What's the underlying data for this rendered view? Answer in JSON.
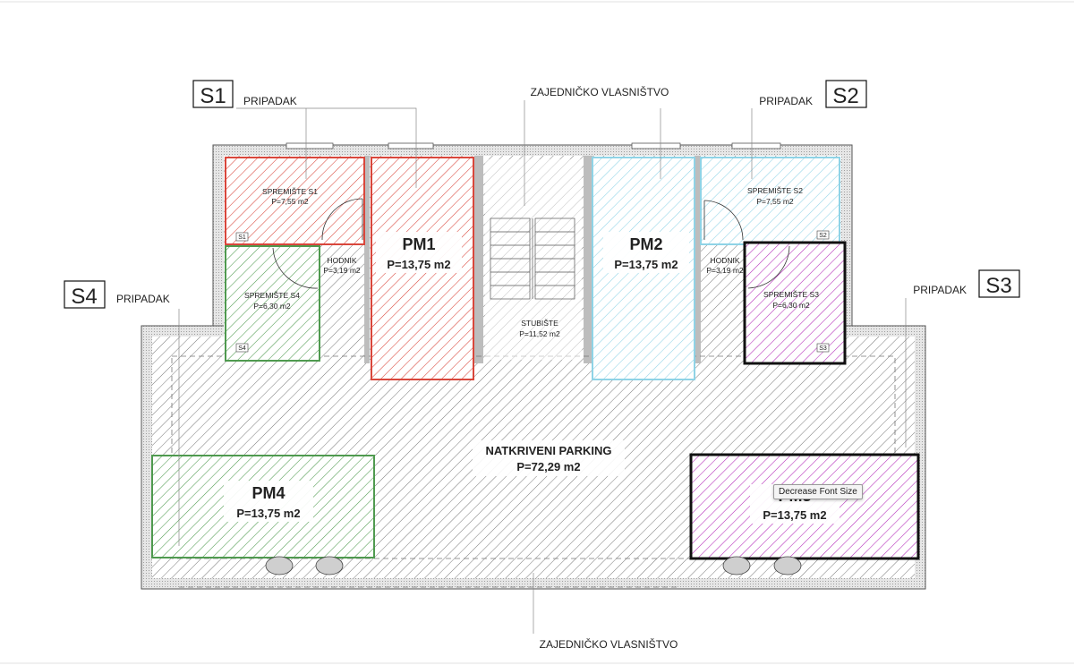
{
  "plan": {
    "common_top": "ZAJEDNIČKO VLASNIŠTVO",
    "common_bottom": "ZAJEDNIČKO VLASNIŠTVO",
    "tags": [
      {
        "id": "S1",
        "label": "PRIPADAK"
      },
      {
        "id": "S2",
        "label": "PRIPADAK"
      },
      {
        "id": "S3",
        "label": "PRIPADAK"
      },
      {
        "id": "S4",
        "label": "PRIPADAK"
      }
    ],
    "storages": [
      {
        "name": "SPREMIŠTE S1",
        "area": "P=7,55 m2",
        "badge": "S1"
      },
      {
        "name": "SPREMIŠTE S2",
        "area": "P=7,55 m2",
        "badge": "S2"
      },
      {
        "name": "SPREMIŠTE S3",
        "area": "P=6,30 m2",
        "badge": "S3"
      },
      {
        "name": "SPREMIŠTE S4",
        "area": "P=6,30 m2",
        "badge": "S4"
      }
    ],
    "corridors": [
      {
        "name": "HODNIK",
        "area": "P=3,19 m2"
      },
      {
        "name": "HODNIK",
        "area": "P=3,19 m2"
      }
    ],
    "stairs": {
      "name": "STUBIŠTE",
      "area": "P=11,52 m2"
    },
    "spots": [
      {
        "name": "PM1",
        "area": "P=13,75 m2"
      },
      {
        "name": "PM2",
        "area": "P=13,75 m2"
      },
      {
        "name": "PM3",
        "area": "P=13,75 m2"
      },
      {
        "name": "PM4",
        "area": "P=13,75 m2"
      }
    ],
    "parking": {
      "name": "NATKRIVENI PARKING",
      "area": "P=72,29 m2"
    },
    "tooltip": "Decrease Font Size",
    "colors": {
      "red": "#d9463b",
      "cyan": "#8fd3e6",
      "green": "#4f9a4f",
      "magenta": "#b227b8",
      "wall": "#555555"
    }
  }
}
